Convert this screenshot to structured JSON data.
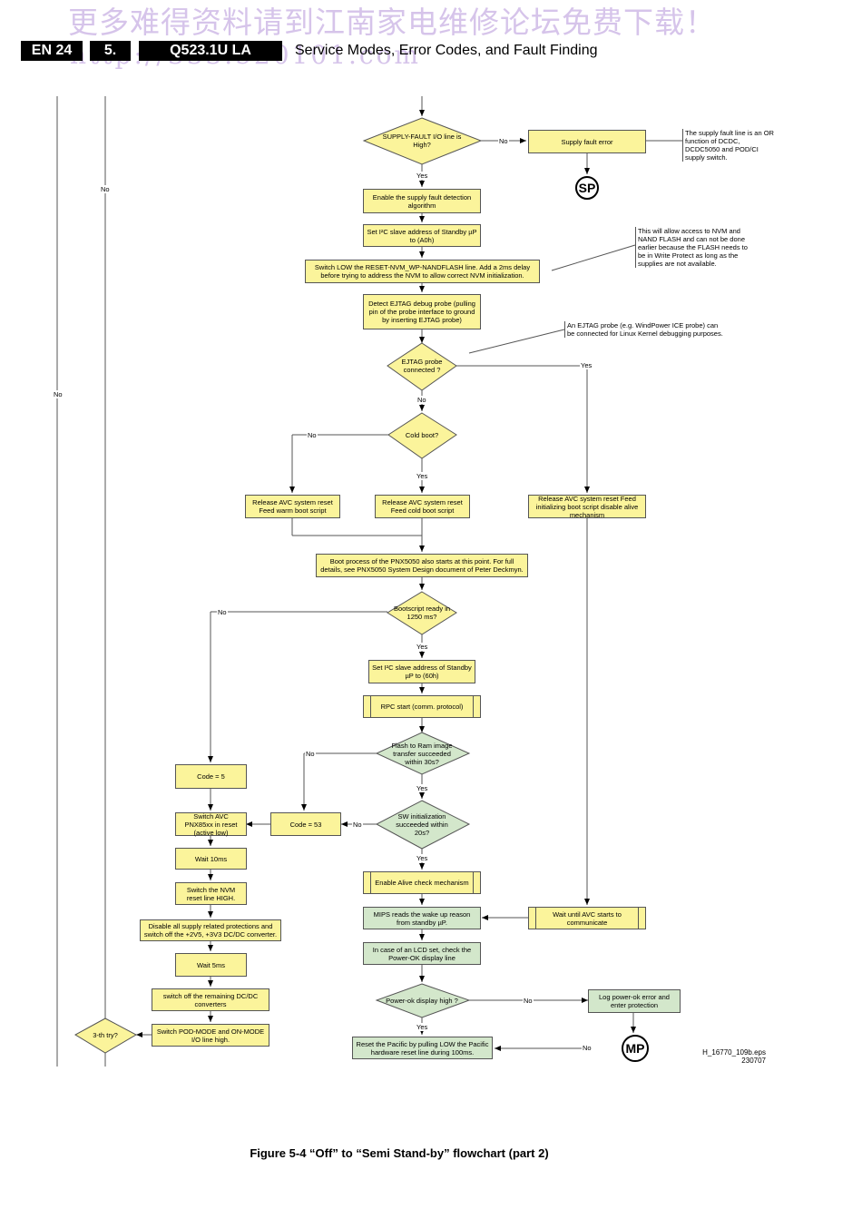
{
  "watermark": {
    "line1": "更多难得资料请到江南家电维修论坛免费下载！",
    "line2": "http://333.520101.com"
  },
  "header": {
    "page": "EN 24",
    "chapter": "5.",
    "model": "Q523.1U LA",
    "title": "Service Modes, Error Codes, and Fault Finding"
  },
  "flowchart": {
    "decisions": {
      "supply_fault": "SUPPLY-FAULT I/O line is High?",
      "ejtag_connected": "EJTAG probe connected ?",
      "cold_boot": "Cold boot?",
      "bootscript_ready": "Bootscript ready in 1250 ms?",
      "flash_transfer": "Flash to Ram image transfer succeeded within 30s?",
      "sw_init": "SW initialization succeeded within 20s?",
      "power_ok_high": "Power-ok display high ?",
      "third_try": "3-th try?"
    },
    "processes": {
      "supply_fault_error": "Supply fault error",
      "enable_supply_fault": "Enable the supply fault detection algorithm",
      "set_i2c_a0": "Set I²C slave address of Standby µP to (A0h)",
      "switch_low_reset": "Switch LOW the RESET-NVM_WP-NANDFLASH line. Add a 2ms delay before trying to address the NVM to allow correct  NVM initialization.",
      "detect_ejtag": "Detect EJTAG debug probe (pulling pin of the probe interface to ground by inserting EJTAG probe)",
      "release_warm": "Release AVC system reset Feed warm boot script",
      "release_cold": "Release AVC system reset Feed cold boot script",
      "release_init": "Release AVC system reset Feed initializing boot script disable alive mechanism",
      "boot_pnx5050": "Boot process of the PNX5050 also starts at this point.  For full details, see PNX5050 System Design document of Peter Deckmyn.",
      "set_i2c_60": "Set I²C slave address of Standby µP to (60h)",
      "rpc_start": "RPC start (comm. protocol)",
      "enable_alive": "Enable Alive check mechanism",
      "mips_wakeup": "MIPS reads the wake up reason from standby µP.",
      "wait_avc": "Wait until AVC starts to communicate",
      "lcd_check": "In case of an LCD set, check the Power-OK display line",
      "log_power_ok": "Log power-ok error and enter protection",
      "reset_pacific": "Reset the Pacific by pulling LOW the Pacific hardware reset line during 100ms.",
      "code5": "Code = 5",
      "code53": "Code = 53",
      "switch_avc_reset": "Switch AVC PNX85xx in reset (active low)",
      "wait10": "Wait  10ms",
      "switch_nvm_high": "Switch the NVM reset line HIGH.",
      "disable_supply": "Disable all supply related protections and switch off the +2V5, +3V3 DC/DC converter.",
      "wait5": "Wait 5ms",
      "switch_off_dcdc": "switch off the remaining DC/DC converters",
      "switch_pod": "Switch POD-MODE and ON-MODE I/O line high."
    },
    "notes": {
      "supply_or": "The supply fault line is an OR function of DCDC, DCDC5050 and POD/CI supply switch.",
      "nvm_access": "This will allow access to NVM and NAND FLASH and can not be done earlier because the FLASH needs to be in Write Protect as long as the supplies are not available.",
      "ejtag_probe": "An EJTAG probe (e.g. WindPower ICE probe) can be connected for Linux Kernel debugging purposes."
    },
    "connectors": {
      "sp": "SP",
      "mp": "MP"
    },
    "labels": {
      "yes": "Yes",
      "no": "No"
    },
    "colors": {
      "process": "#fbf49b",
      "decision": "#fbf49b",
      "green_step": "#d3e7cb"
    }
  },
  "file_id": {
    "name": "H_16770_109b.eps",
    "date": "230707"
  },
  "caption": "Figure 5-4 “Off” to “Semi Stand-by” flowchart (part 2)"
}
